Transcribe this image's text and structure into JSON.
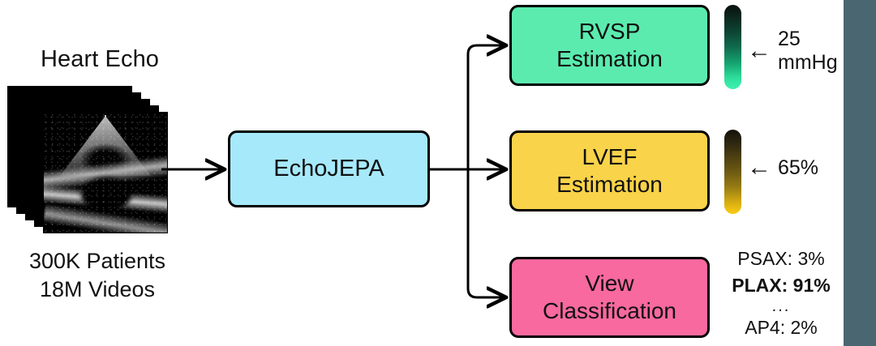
{
  "figure": {
    "title": "EchoJEPA downstream task diagram",
    "background": "#ffffff",
    "edge_bar_color": "#4a6670"
  },
  "input": {
    "heading": "Heart Echo",
    "caption_line1": "300K Patients",
    "caption_line2": "18M Videos",
    "caption": "300K Patients\n18M Videos",
    "frame_count": 5,
    "modality": "echocardiogram-video-stack"
  },
  "encoder": {
    "label": "EchoJEPA",
    "color": "#a6e9fb"
  },
  "heads": [
    {
      "id": "rvsp",
      "title_line1": "RVSP",
      "title_line2": "Estimation",
      "color": "#5bebaf",
      "readout": {
        "arrow": "←",
        "value_line1": "25",
        "value_line2": "mmHg",
        "value": "25 mmHg"
      },
      "colorbar": {
        "top_color": "#0a0f0d",
        "bottom_color": "#3ff2b0",
        "marker_fraction": 0.6
      }
    },
    {
      "id": "lvef",
      "title_line1": "LVEF",
      "title_line2": "Estimation",
      "color": "#f9d349",
      "readout": {
        "arrow": "←",
        "value": "65%"
      },
      "colorbar": {
        "top_color": "#14110a",
        "bottom_color": "#fbcc12",
        "marker_fraction": 0.45
      }
    },
    {
      "id": "view",
      "title_line1": "View",
      "title_line2": "Classification",
      "color": "#f8699f",
      "predictions": [
        {
          "label": "PSAX: 3%",
          "emphasis": false
        },
        {
          "label": "PLAX: 91%",
          "emphasis": true
        },
        {
          "label": "...",
          "emphasis": false
        },
        {
          "label": "AP4: 2%",
          "emphasis": false
        }
      ]
    }
  ]
}
